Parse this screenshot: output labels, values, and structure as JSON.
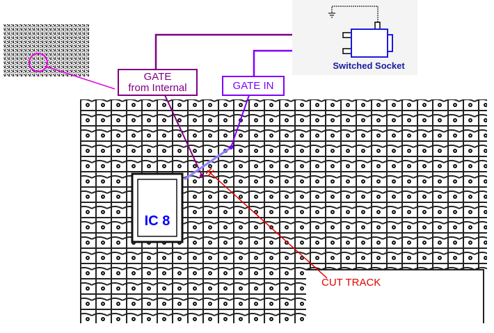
{
  "labels": {
    "gate_internal_line1": "GATE",
    "gate_internal_line2": "from Internal",
    "gate_in": "GATE IN",
    "socket": "Switched Socket",
    "ic": "IC 8",
    "cut_track": "CUT TRACK"
  },
  "colors": {
    "gate_internal": "#800080",
    "gate_in": "#8000ff",
    "socket": "#1a1aa0",
    "cut": "#e00000",
    "ic_text": "#0000ff",
    "pcb": "#a8a8a8"
  }
}
